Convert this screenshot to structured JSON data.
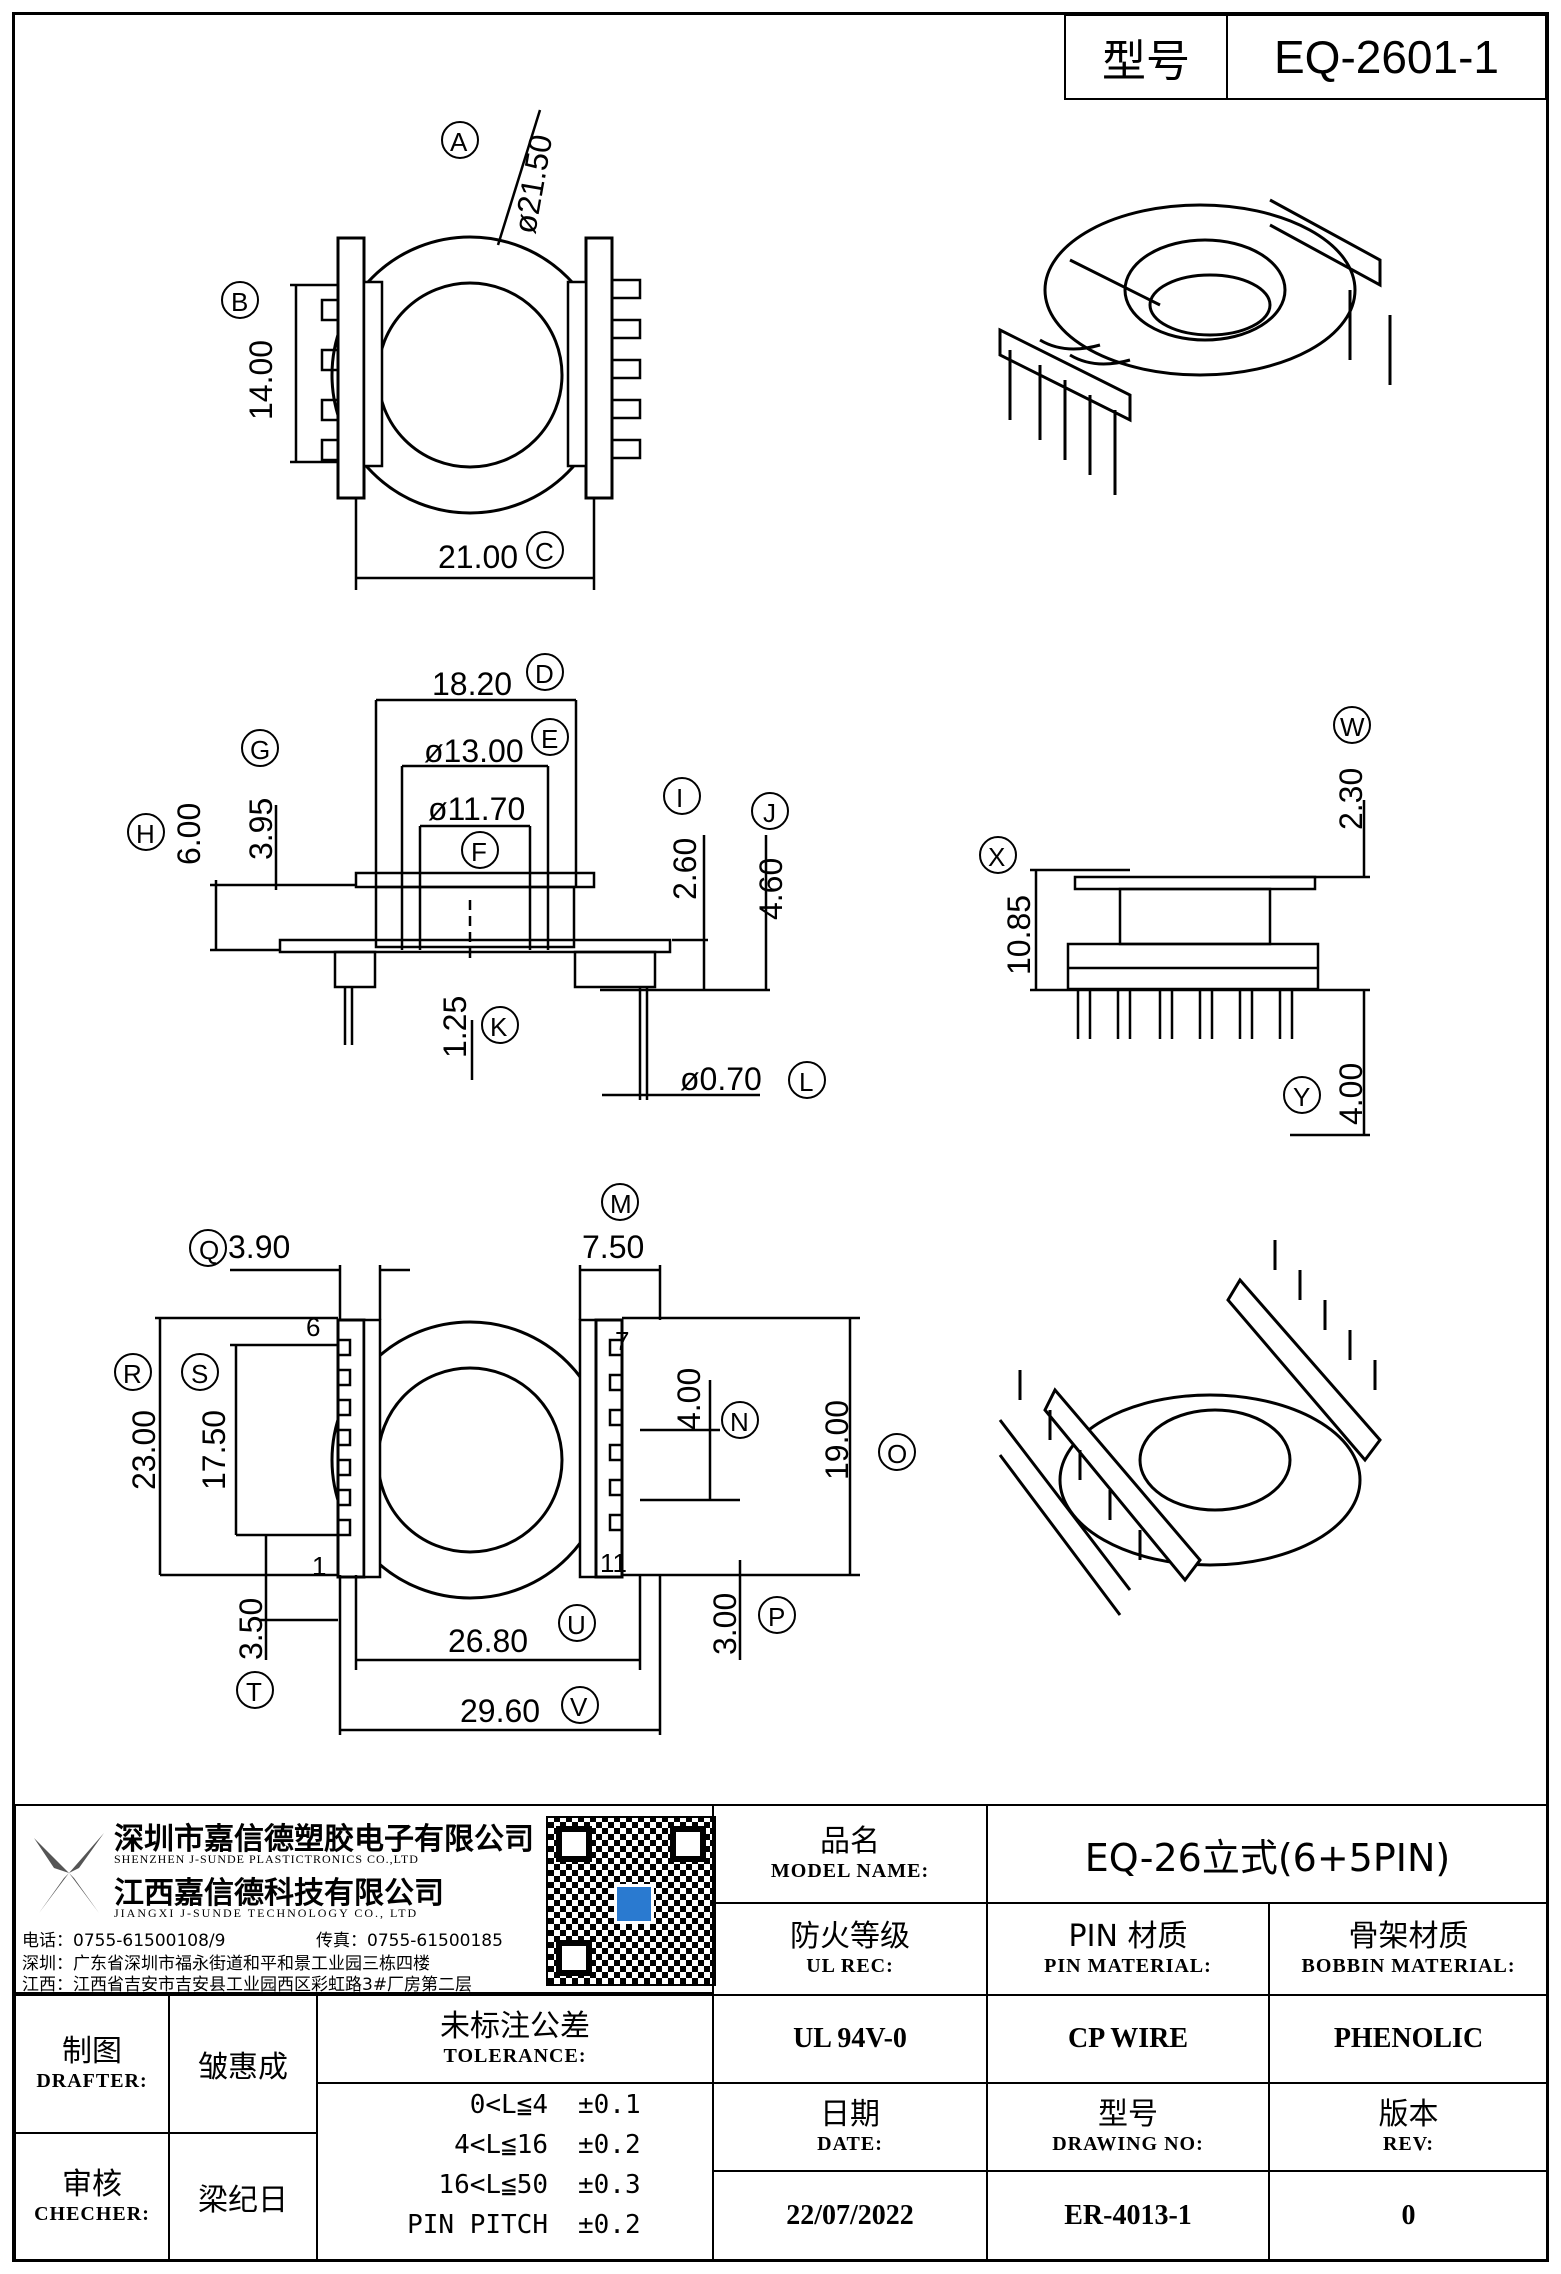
{
  "header": {
    "model_label": "型号",
    "model_value": "EQ-2601-1"
  },
  "drawing": {
    "top_view": {
      "A": "A",
      "dia_a": "ø21.50",
      "B": "B",
      "dim_b": "14.00",
      "C": "C",
      "dim_c": "21.00"
    },
    "side_view": {
      "D": "D",
      "dim_d": "18.20",
      "E": "E",
      "dim_e": "ø13.00",
      "F": "F",
      "dim_f": "ø11.70",
      "G": "G",
      "dim_g": "3.95",
      "H": "H",
      "dim_h": "6.00",
      "I": "I",
      "dim_i": "2.60",
      "J": "J",
      "dim_j": "4.60",
      "K": "K",
      "dim_k": "1.25",
      "L": "L",
      "dim_l": "ø0.70"
    },
    "end_view": {
      "W": "W",
      "dim_w": "2.30",
      "X": "X",
      "dim_x": "10.85",
      "Y": "Y",
      "dim_y": "4.00"
    },
    "bottom_view": {
      "M": "M",
      "dim_m": "7.50",
      "Q": "Q",
      "dim_q": "3.90",
      "R": "R",
      "dim_r": "23.00",
      "S": "S",
      "dim_s": "17.50",
      "N": "N",
      "dim_n": "4.00",
      "O": "O",
      "dim_o": "19.00",
      "T": "T",
      "dim_t": "3.50",
      "U": "U",
      "dim_u": "26.80",
      "P": "P",
      "dim_p": "3.00",
      "V": "V",
      "dim_v": "29.60",
      "pin6": "6",
      "pin1": "1",
      "pin7": "7",
      "pin11": "11"
    }
  },
  "company": {
    "name_sz": "深圳市嘉信德塑胶电子有限公司",
    "name_sz_en": "SHENZHEN J-SUNDE PLASTICTRONICS CO.,LTD",
    "name_jx": "江西嘉信德科技有限公司",
    "name_jx_en": "JIANGXI J-SUNDE TECHNOLOGY CO., LTD",
    "tel": "电话：0755-61500108/9",
    "fax": "传真：0755-61500185",
    "addr_sz": "深圳：广东省深圳市福永街道和平和景工业园三栋四楼",
    "addr_jx": "江西：江西省吉安市吉安县工业园西区彩虹路3#厂房第二层"
  },
  "title_block": {
    "model_name_cn": "品名",
    "model_name_en": "MODEL NAME:",
    "model_name_value": "EQ-26立式(6+5PIN)",
    "ul_cn": "防火等级",
    "ul_en": "UL REC:",
    "pin_cn": "PIN 材质",
    "pin_en": "PIN MATERIAL:",
    "bobbin_cn": "骨架材质",
    "bobbin_en": "BOBBIN MATERIAL:",
    "ul_value": "UL 94V-0",
    "pin_value": "CP WIRE",
    "bobbin_value": "PHENOLIC",
    "date_cn": "日期",
    "date_en": "DATE:",
    "drawno_cn": "型号",
    "drawno_en": "DRAWING NO:",
    "rev_cn": "版本",
    "rev_en": "REV:",
    "date_value": "22/07/2022",
    "drawno_value": "ER-4013-1",
    "rev_value": "0",
    "drafter_cn": "制图",
    "drafter_en": "DRAFTER:",
    "drafter_name": "皱惠成",
    "checker_cn": "审核",
    "checker_en": "CHECHER:",
    "checker_name": "梁纪日",
    "tol_cn": "未标注公差",
    "tol_en": "TOLERANCE:",
    "tol_rows": [
      {
        "range": "0<L≦4",
        "value": "±0.1"
      },
      {
        "range": "4<L≦16",
        "value": "±0.2"
      },
      {
        "range": "16<L≦50",
        "value": "±0.3"
      },
      {
        "range": "PIN PITCH",
        "value": "±0.2"
      }
    ]
  }
}
